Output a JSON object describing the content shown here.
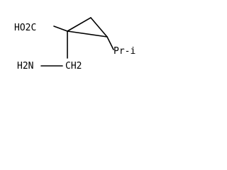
{
  "molecule": {
    "labels": {
      "carboxyl": "HO2C",
      "aminomethyl_prefix": "H2N",
      "aminomethyl_suffix": "CH2",
      "isopropyl": "Pr-i"
    }
  }
}
